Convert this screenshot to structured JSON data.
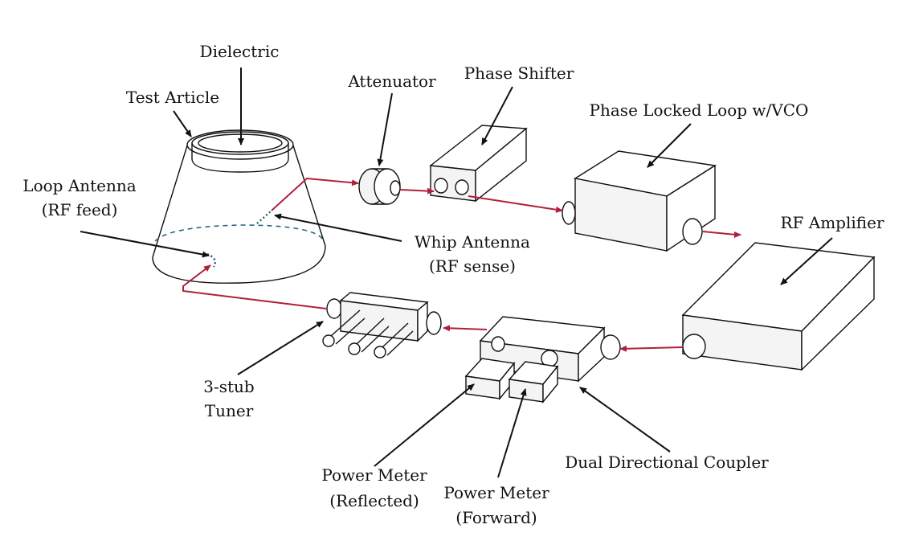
{
  "diagram": {
    "labels": {
      "dielectric": "Dielectric",
      "test_article": "Test Article",
      "attenuator": "Attenuator",
      "phase_shifter": "Phase Shifter",
      "pll": "Phase Locked Loop w/VCO",
      "loop_antenna_1": "Loop Antenna",
      "loop_antenna_2": "(RF feed)",
      "whip_antenna_1": "Whip Antenna",
      "whip_antenna_2": "(RF sense)",
      "rf_amplifier": "RF Amplifier",
      "stub_tuner_1": "3-stub",
      "stub_tuner_2": "Tuner",
      "coupler": "Dual Directional Coupler",
      "pm_reflected_1": "Power Meter",
      "pm_reflected_2": "(Reflected)",
      "pm_forward_1": "Power Meter",
      "pm_forward_2": "(Forward)"
    },
    "colors": {
      "rf_path": "#b0203c",
      "antenna_dash": "#2d6a7a",
      "outline": "#111111"
    }
  }
}
